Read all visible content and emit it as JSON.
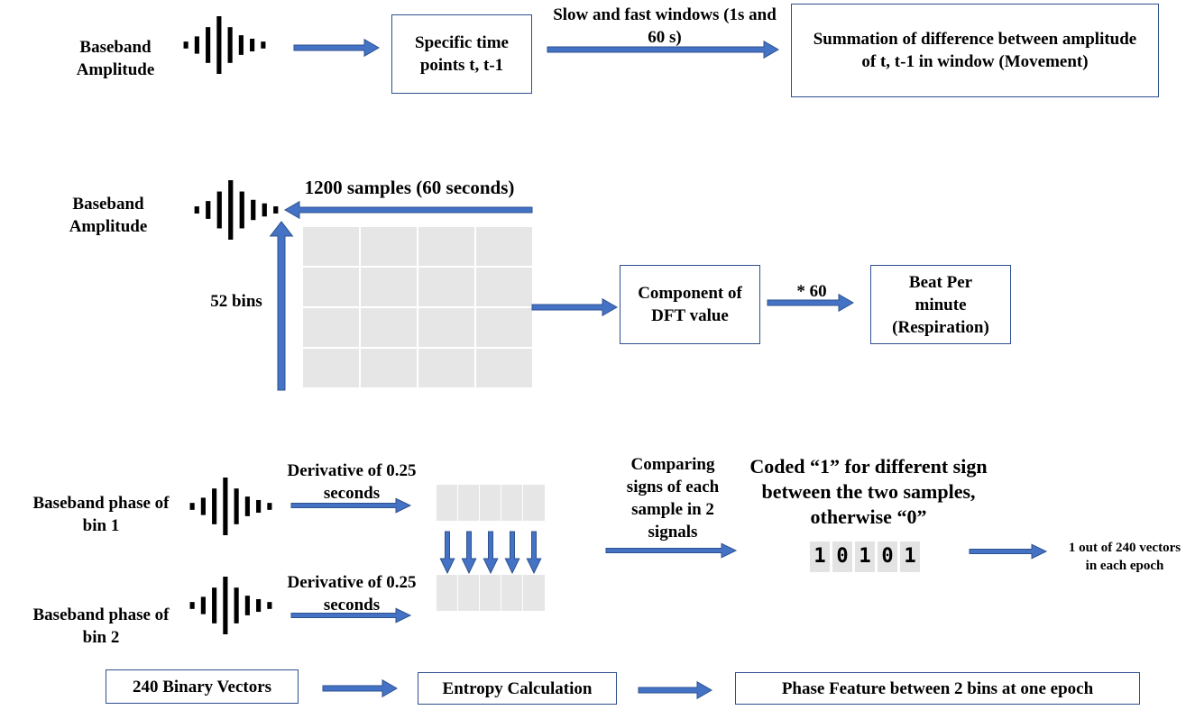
{
  "colors": {
    "arrow": "#4472c4",
    "arrow_edge": "#2f528f",
    "box_border": "#2f4f8f",
    "grid_cell": "#e6e6e6"
  },
  "icons": [
    "waveform-icon",
    "arrow-right-icon",
    "arrow-left-icon",
    "arrow-up-icon",
    "arrow-down-icon"
  ],
  "row1": {
    "input_label": [
      "Baseband",
      "Amplitude"
    ],
    "step1_box": [
      "Specific time",
      "points t, t-1"
    ],
    "window_label": [
      "Slow and fast windows (1s and",
      "60 s)"
    ],
    "result_box": [
      "Summation of difference between amplitude",
      "of t, t-1  in window (Movement)"
    ]
  },
  "row2": {
    "input_label": [
      "Baseband",
      "Amplitude"
    ],
    "samples_label": "1200 samples (60 seconds)",
    "bins_label": "52 bins",
    "dft_box": [
      "Component of",
      "DFT value"
    ],
    "multiplier_label": "* 60",
    "result_box": [
      "Beat Per",
      "minute",
      "(Respiration)"
    ]
  },
  "row3": {
    "bin1_label": [
      "Baseband phase of",
      "bin 1"
    ],
    "bin2_label": [
      "Baseband phase of",
      "bin 2"
    ],
    "derivative_label_1": [
      "Derivative of 0.25",
      "seconds"
    ],
    "derivative_label_2": [
      "Derivative of 0.25",
      "seconds"
    ],
    "compare_label": [
      "Comparing",
      "signs of each",
      "sample in 2",
      "signals"
    ],
    "coded_label": [
      "Coded “1” for different sign",
      "between the two samples,",
      "otherwise “0”"
    ],
    "bits": [
      "1",
      "0",
      "1",
      "0",
      "1"
    ],
    "output_label": [
      "1 out of 240 vectors",
      "in each epoch"
    ]
  },
  "row4": {
    "vectors_box": "240 Binary Vectors",
    "entropy_box": "Entropy Calculation",
    "feature_box": "Phase Feature between 2 bins at one epoch"
  }
}
